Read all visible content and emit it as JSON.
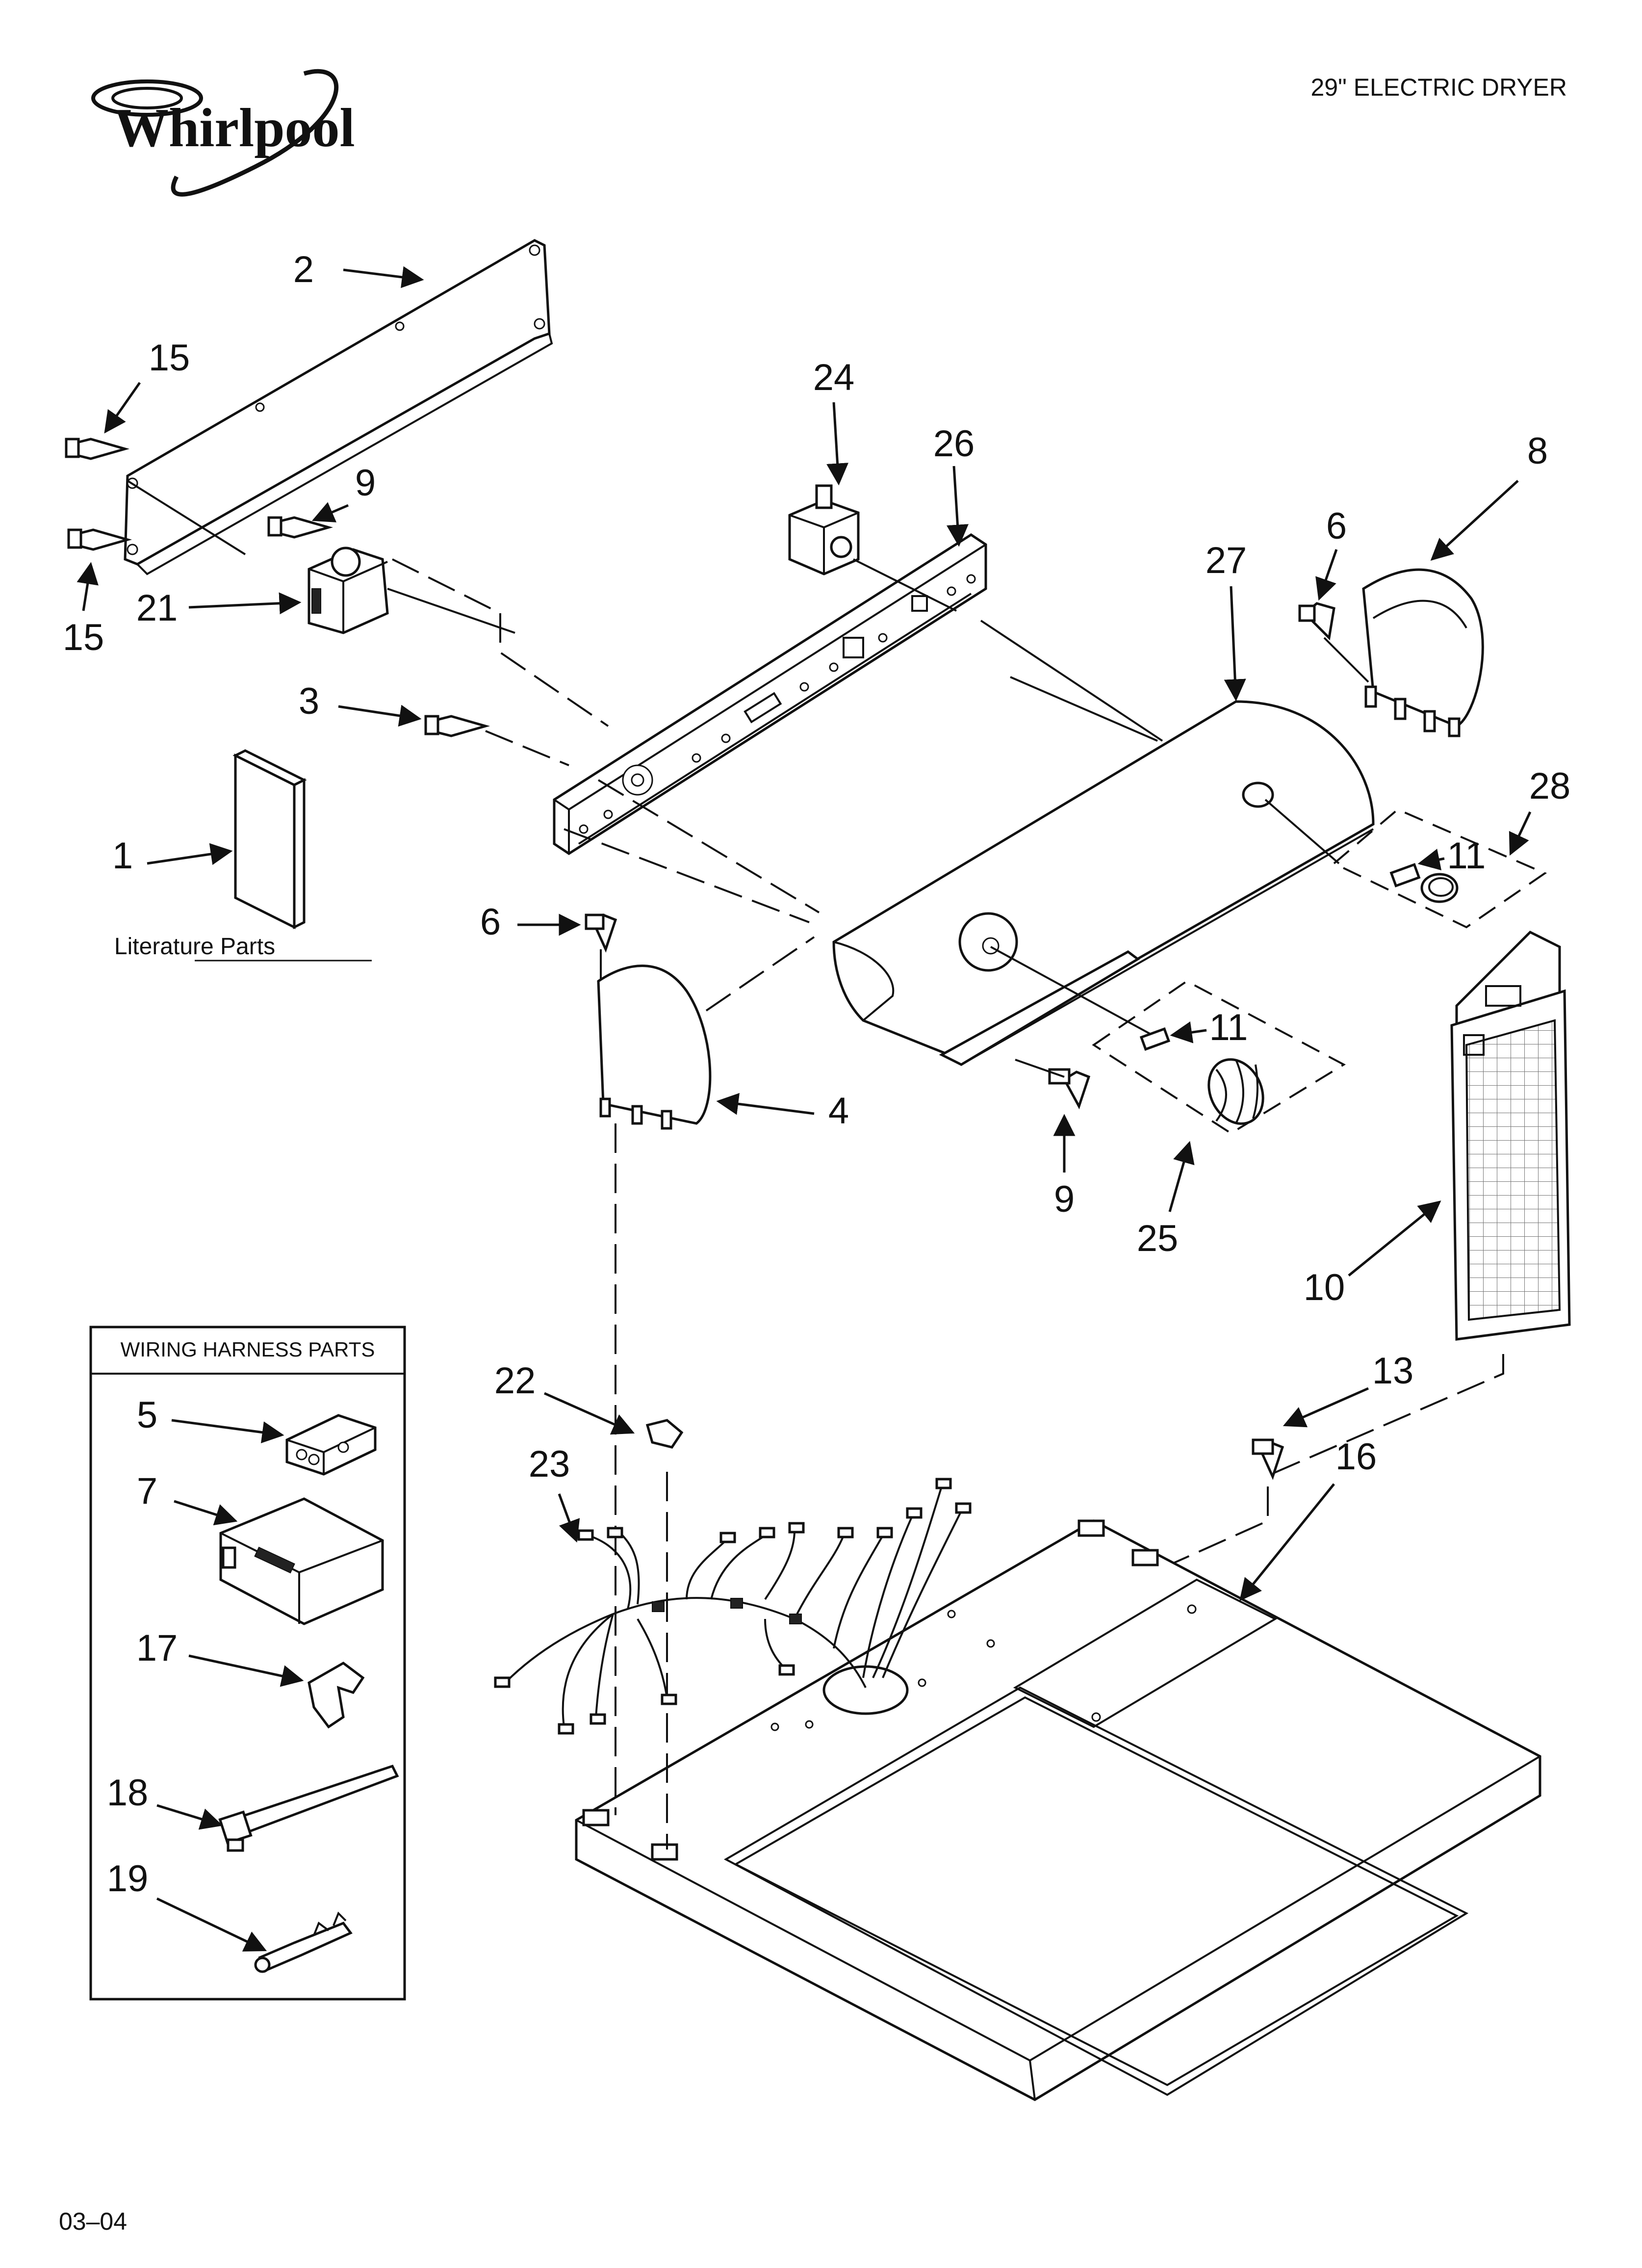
{
  "header": {
    "brand": "Whirlpool",
    "title": "29\" ELECTRIC DRYER"
  },
  "footer": {
    "code": "03–04"
  },
  "literature": {
    "label": "Literature Parts"
  },
  "wiring_harness": {
    "title": "WIRING HARNESS PARTS"
  },
  "callouts": {
    "c1": "1",
    "c2": "2",
    "c3": "3",
    "c4": "4",
    "c5": "5",
    "c6a": "6",
    "c6b": "6",
    "c7": "7",
    "c8": "8",
    "c9a": "9",
    "c9b": "9",
    "c10": "10",
    "c11a": "11",
    "c11b": "11",
    "c13": "13",
    "c15a": "15",
    "c15b": "15",
    "c16": "16",
    "c17": "17",
    "c18": "18",
    "c19": "19",
    "c21": "21",
    "c22": "22",
    "c23": "23",
    "c24": "24",
    "c25": "25",
    "c26": "26",
    "c27": "27",
    "c28": "28"
  }
}
